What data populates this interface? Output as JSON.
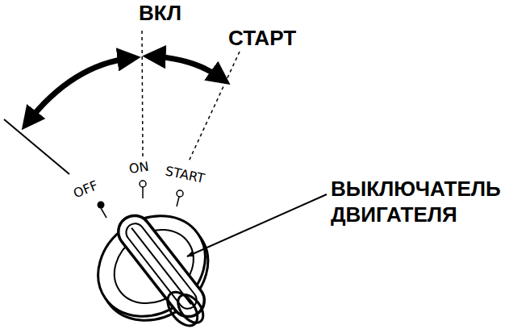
{
  "diagram": {
    "labels": [
      "ВКЛ",
      "СТАРТ",
      "OFF",
      "ON",
      "START",
      "ВЫКЛЮЧАТЕЛЬ ДВИГАТЕЛЯ"
    ]
  }
}
